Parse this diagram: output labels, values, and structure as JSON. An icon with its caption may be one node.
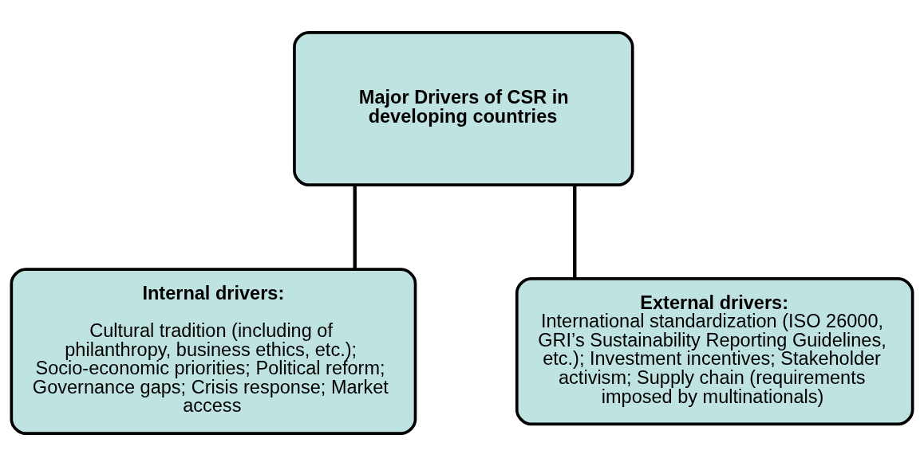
{
  "diagram": {
    "nodes": [
      {
        "text": [
          "Major Drivers of CSR in developing countries"
        ]
      },
      {
        "text": [
          "Internal drivers:",
          "Cultural tradition (including of philanthropy, business ethics, etc.); Socio-economic priorities; Political reform; Governance gaps; Crisis response; Market access"
        ]
      },
      {
        "text": [
          "External drivers:",
          "International standardization (ISO 26000, GRI’s Sustainability Reporting Guidelines, etc.); Investment incentives; Stakeholder activism; Supply chain (requirements imposed by multinationals)"
        ]
      }
    ],
    "edges": [
      {
        "from": 0,
        "to": 1,
        "arrow": "none"
      },
      {
        "from": 0,
        "to": 2,
        "arrow": "none"
      }
    ]
  }
}
